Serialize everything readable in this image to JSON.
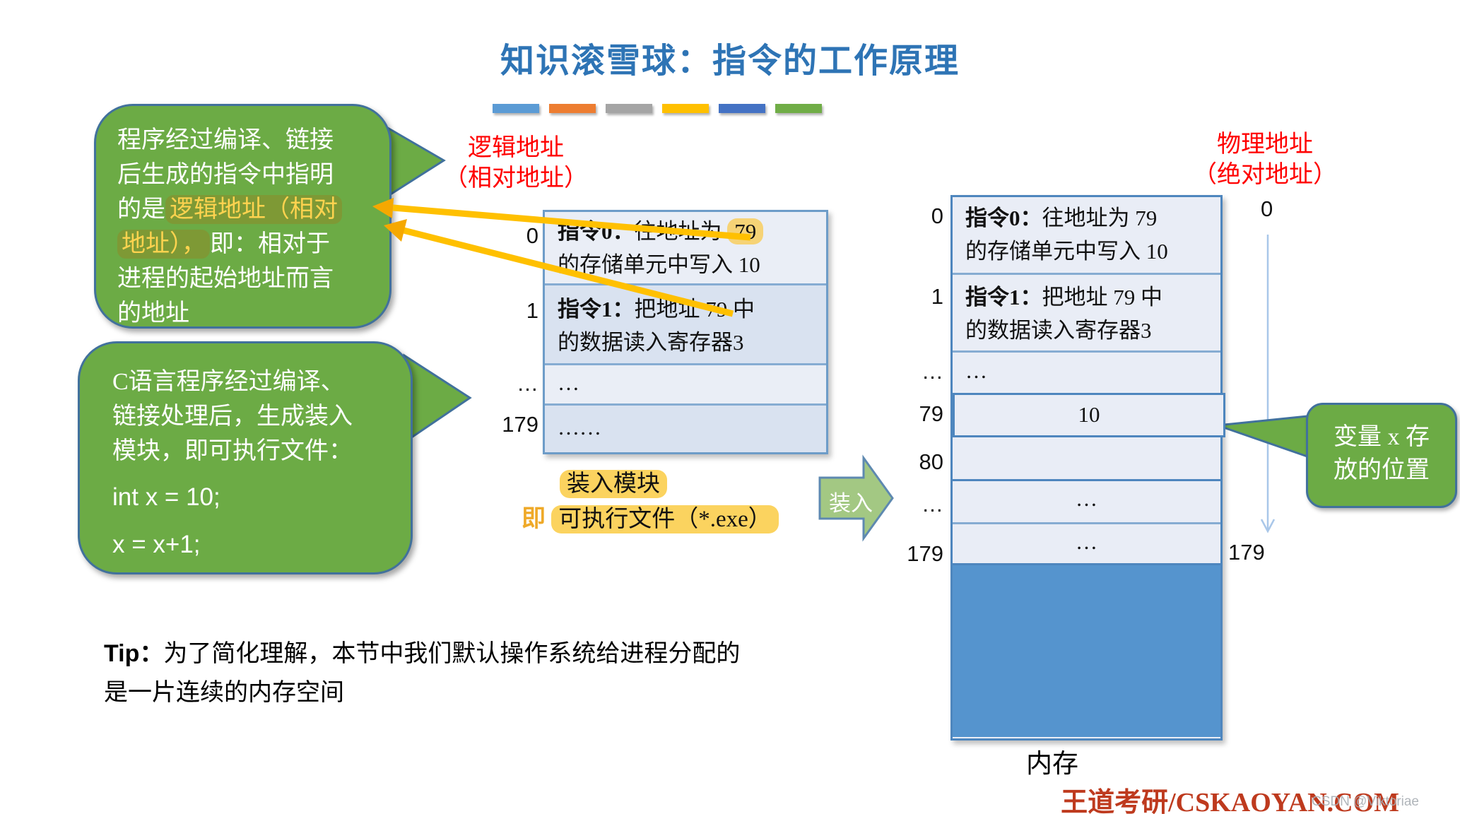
{
  "title": "知识滚雪球：指令的工作原理",
  "decor_bars": [
    "#5B9BD5",
    "#ED7D31",
    "#A5A5A5",
    "#FFC000",
    "#4472C4",
    "#70AD47"
  ],
  "colors": {
    "bubble_green": "#6CAB45",
    "bubble_border": "#41719C",
    "arrow_yellow": "#FFC000",
    "arrow_head_orange": "#F5A800",
    "light_blue_arrow": "#A9C7E9",
    "load_arrow_fill": "#A3C883",
    "load_arrow_border": "#5E89B0",
    "memory_block": "#5594CE",
    "footer_red": "#BE3A1E",
    "label_red": "#FF0000"
  },
  "bubble1": {
    "l1": "程序经过编译、链接",
    "l2": "后生成的指令中指明",
    "l3a": "的是",
    "l3b": "逻辑地址（相对",
    "l4a": "地址），",
    "l4b": "即：相对于",
    "l5": "进程的起始地址而言",
    "l6": "的地址"
  },
  "bubble2": {
    "l1": "C语言程序经过编译、",
    "l2": "链接处理后，生成装入",
    "l3": "模块，即可执行文件：",
    "code1": "int x = 10;",
    "code2": "x = x+1;"
  },
  "labels": {
    "logical_line1": "逻辑地址",
    "logical_line2": "（相对地址）",
    "physical_line1": "物理地址",
    "physical_line2": "（绝对地址）",
    "loader_module": "装入模块",
    "loader_conj": "即",
    "loader_exe": "可执行文件（*.exe）",
    "load_arrow": "装入",
    "callout_l1": "变量 x 存",
    "callout_l2": "放的位置",
    "memory": "内存",
    "right_axis_top": "0",
    "right_axis_bottom": "179"
  },
  "logical_table": {
    "rows": [
      {
        "addr": "0",
        "bold": "指令0：",
        "l1": "往地址为 ",
        "hl": "79",
        "l2": "的存储单元中写入 10"
      },
      {
        "addr": "1",
        "bold": "指令1：",
        "l1": "把地址 79 中",
        "l2": "的数据读入寄存器3"
      },
      {
        "addr": "…",
        "text": "…"
      },
      {
        "addr": "179",
        "text": "……"
      }
    ]
  },
  "physical_table": {
    "rows": [
      {
        "addr": "0",
        "bold": "指令0：",
        "l1": "往地址为 79",
        "l2": "的存储单元中写入 10"
      },
      {
        "addr": "1",
        "bold": "指令1：",
        "l1": "把地址 79 中",
        "l2": "的数据读入寄存器3"
      },
      {
        "addr": "…",
        "text": "…"
      },
      {
        "addr": "79",
        "text": "10"
      },
      {
        "addr": "80",
        "text": ""
      },
      {
        "addr": "…",
        "text": "…"
      },
      {
        "addr": "179",
        "text": "…"
      }
    ]
  },
  "tip": {
    "bold": "Tip：",
    "line1": "为了简化理解，本节中我们默认操作系统给进程分配的",
    "line2": "是一片连续的内存空间"
  },
  "footer": {
    "brand": "王道考研/CSKAOYAN.COM",
    "watermark": "CSDN @Viktoriae"
  }
}
